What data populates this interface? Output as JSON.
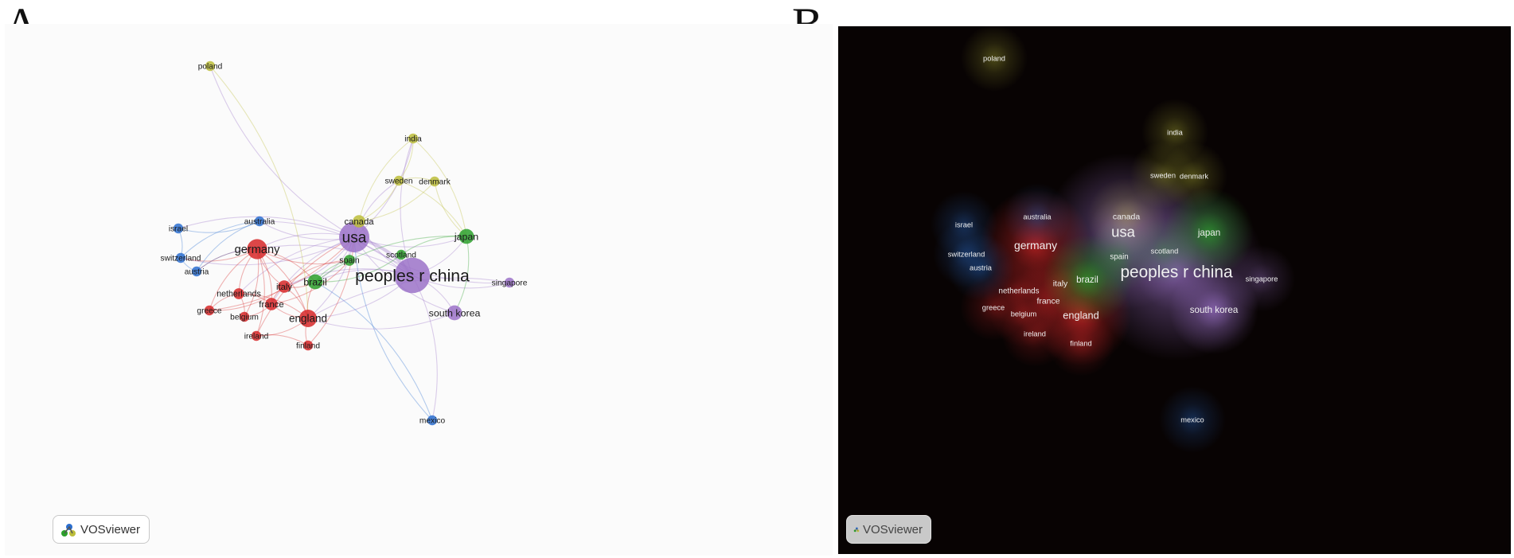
{
  "panels": [
    {
      "letter": "A",
      "mode": "network",
      "logo": "VOSviewer"
    },
    {
      "letter": "B",
      "mode": "density",
      "logo": "VOSviewer"
    }
  ],
  "clusters": {
    "red": "#d62728",
    "blue": "#2b6fd0",
    "green": "#2ca02c",
    "yellow": "#bcbd3a",
    "purple": "#9b72c8"
  },
  "nodes": [
    {
      "id": "usa",
      "label": "usa",
      "cluster": "purple",
      "weight": 5
    },
    {
      "id": "china",
      "label": "peoples r china",
      "cluster": "purple",
      "weight": 6
    },
    {
      "id": "southkorea",
      "label": "south korea",
      "cluster": "purple",
      "weight": 2
    },
    {
      "id": "singapore",
      "label": "singapore",
      "cluster": "purple",
      "weight": 1
    },
    {
      "id": "germany",
      "label": "germany",
      "cluster": "red",
      "weight": 3
    },
    {
      "id": "england",
      "label": "england",
      "cluster": "red",
      "weight": 2.5
    },
    {
      "id": "italy",
      "label": "italy",
      "cluster": "red",
      "weight": 1.5
    },
    {
      "id": "france",
      "label": "france",
      "cluster": "red",
      "weight": 1.5
    },
    {
      "id": "netherlands",
      "label": "netherlands",
      "cluster": "red",
      "weight": 1.2
    },
    {
      "id": "belgium",
      "label": "belgium",
      "cluster": "red",
      "weight": 1
    },
    {
      "id": "greece",
      "label": "greece",
      "cluster": "red",
      "weight": 1
    },
    {
      "id": "ireland",
      "label": "ireland",
      "cluster": "red",
      "weight": 1
    },
    {
      "id": "finland",
      "label": "finland",
      "cluster": "red",
      "weight": 1
    },
    {
      "id": "australia",
      "label": "australia",
      "cluster": "blue",
      "weight": 1
    },
    {
      "id": "israel",
      "label": "israel",
      "cluster": "blue",
      "weight": 1
    },
    {
      "id": "switzerland",
      "label": "switzerland",
      "cluster": "blue",
      "weight": 1
    },
    {
      "id": "austria",
      "label": "austria",
      "cluster": "blue",
      "weight": 1
    },
    {
      "id": "mexico",
      "label": "mexico",
      "cluster": "blue",
      "weight": 1
    },
    {
      "id": "poland",
      "label": "poland",
      "cluster": "yellow",
      "weight": 1
    },
    {
      "id": "canada",
      "label": "canada",
      "cluster": "yellow",
      "weight": 1.5
    },
    {
      "id": "india",
      "label": "india",
      "cluster": "yellow",
      "weight": 1
    },
    {
      "id": "sweden",
      "label": "sweden",
      "cluster": "yellow",
      "weight": 1
    },
    {
      "id": "denmark",
      "label": "denmark",
      "cluster": "yellow",
      "weight": 1
    },
    {
      "id": "japan",
      "label": "japan",
      "cluster": "green",
      "weight": 2
    },
    {
      "id": "brazil",
      "label": "brazil",
      "cluster": "green",
      "weight": 2
    },
    {
      "id": "spain",
      "label": "spain",
      "cluster": "green",
      "weight": 1.2
    },
    {
      "id": "scotland",
      "label": "scotland",
      "cluster": "green",
      "weight": 1
    }
  ],
  "links": [
    [
      "usa",
      "china"
    ],
    [
      "usa",
      "germany"
    ],
    [
      "usa",
      "england"
    ],
    [
      "usa",
      "japan"
    ],
    [
      "usa",
      "canada"
    ],
    [
      "usa",
      "southkorea"
    ],
    [
      "usa",
      "italy"
    ],
    [
      "usa",
      "france"
    ],
    [
      "usa",
      "brazil"
    ],
    [
      "usa",
      "spain"
    ],
    [
      "usa",
      "australia"
    ],
    [
      "usa",
      "netherlands"
    ],
    [
      "usa",
      "switzerland"
    ],
    [
      "usa",
      "israel"
    ],
    [
      "usa",
      "sweden"
    ],
    [
      "usa",
      "india"
    ],
    [
      "usa",
      "poland"
    ],
    [
      "usa",
      "singapore"
    ],
    [
      "china",
      "southkorea"
    ],
    [
      "china",
      "japan"
    ],
    [
      "china",
      "england"
    ],
    [
      "china",
      "germany"
    ],
    [
      "china",
      "canada"
    ],
    [
      "china",
      "singapore"
    ],
    [
      "china",
      "mexico"
    ],
    [
      "china",
      "brazil"
    ],
    [
      "china",
      "scotland"
    ],
    [
      "china",
      "italy"
    ],
    [
      "china",
      "india"
    ],
    [
      "china",
      "australia"
    ],
    [
      "germany",
      "england"
    ],
    [
      "germany",
      "italy"
    ],
    [
      "germany",
      "france"
    ],
    [
      "germany",
      "netherlands"
    ],
    [
      "germany",
      "switzerland"
    ],
    [
      "germany",
      "austria"
    ],
    [
      "germany",
      "belgium"
    ],
    [
      "germany",
      "spain"
    ],
    [
      "germany",
      "brazil"
    ],
    [
      "germany",
      "greece"
    ],
    [
      "germany",
      "ireland"
    ],
    [
      "england",
      "italy"
    ],
    [
      "england",
      "france"
    ],
    [
      "england",
      "netherlands"
    ],
    [
      "england",
      "ireland"
    ],
    [
      "england",
      "finland"
    ],
    [
      "england",
      "brazil"
    ],
    [
      "italy",
      "france"
    ],
    [
      "italy",
      "spain"
    ],
    [
      "italy",
      "brazil"
    ],
    [
      "italy",
      "greece"
    ],
    [
      "france",
      "netherlands"
    ],
    [
      "france",
      "belgium"
    ],
    [
      "france",
      "spain"
    ],
    [
      "netherlands",
      "belgium"
    ],
    [
      "netherlands",
      "greece"
    ],
    [
      "ireland",
      "finland"
    ],
    [
      "australia",
      "switzerland"
    ],
    [
      "australia",
      "israel"
    ],
    [
      "australia",
      "austria"
    ],
    [
      "israel",
      "switzerland"
    ],
    [
      "switzerland",
      "austria"
    ],
    [
      "austria",
      "germany"
    ],
    [
      "canada",
      "sweden"
    ],
    [
      "canada",
      "india"
    ],
    [
      "canada",
      "denmark"
    ],
    [
      "sweden",
      "denmark"
    ],
    [
      "sweden",
      "india"
    ],
    [
      "sweden",
      "japan"
    ],
    [
      "denmark",
      "japan"
    ],
    [
      "india",
      "japan"
    ],
    [
      "japan",
      "brazil"
    ],
    [
      "japan",
      "southkorea"
    ],
    [
      "japan",
      "scotland"
    ],
    [
      "brazil",
      "spain"
    ],
    [
      "brazil",
      "scotland"
    ],
    [
      "poland",
      "england"
    ],
    [
      "mexico",
      "brazil"
    ],
    [
      "mexico",
      "usa"
    ],
    [
      "singapore",
      "england"
    ],
    [
      "southkorea",
      "england"
    ],
    [
      "finland",
      "usa"
    ],
    [
      "ireland",
      "usa"
    ],
    [
      "greece",
      "usa"
    ]
  ]
}
